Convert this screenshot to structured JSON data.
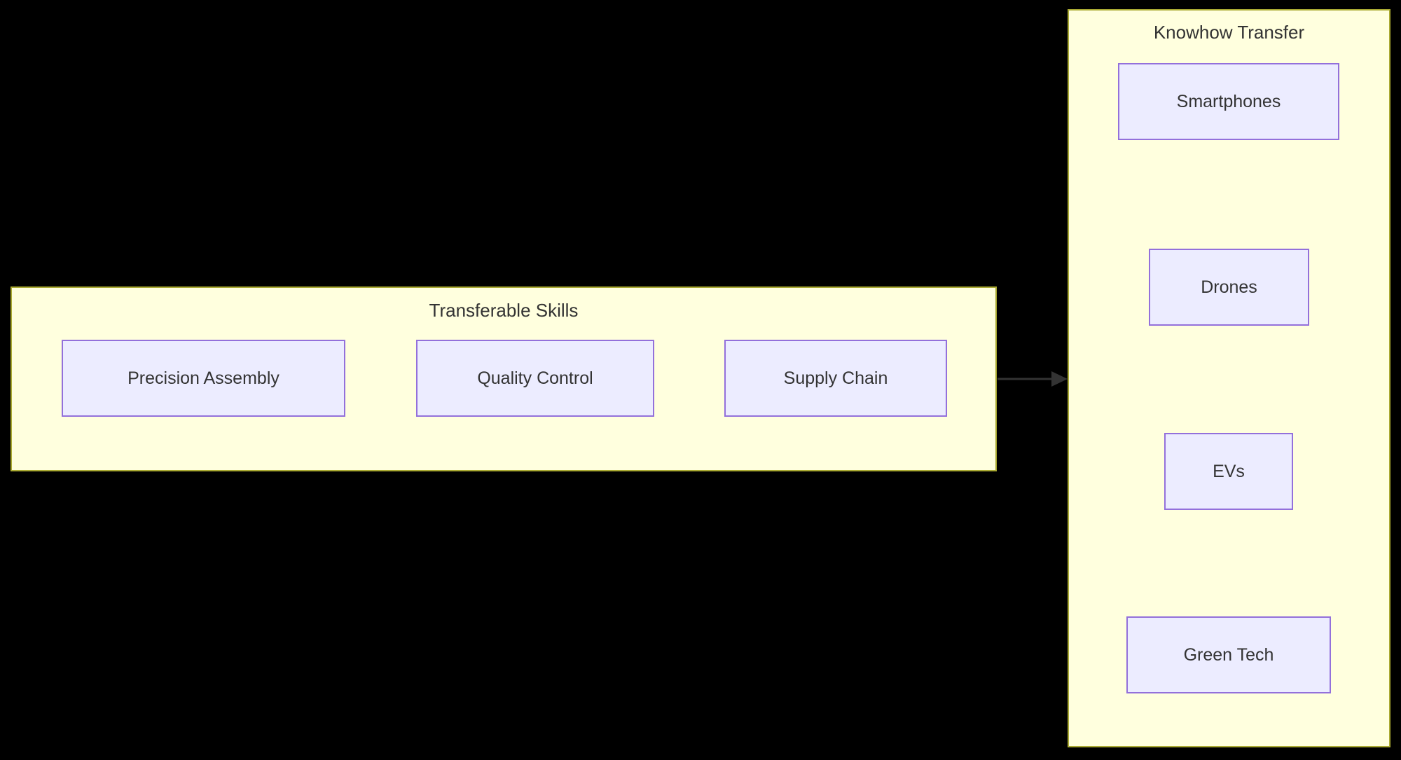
{
  "diagram": {
    "type": "flowchart",
    "background_color": "#000000",
    "subgraph_fill": "#ffffde",
    "subgraph_border": "#aaaa33",
    "node_fill": "#ececff",
    "node_border": "#9370db",
    "text_color": "#333333",
    "edge_color": "#333333"
  },
  "skills_panel": {
    "title": "Transferable Skills",
    "nodes": [
      {
        "id": "precision-assembly",
        "label": "Precision Assembly"
      },
      {
        "id": "quality-control",
        "label": "Quality Control"
      },
      {
        "id": "supply-chain",
        "label": "Supply Chain"
      }
    ]
  },
  "knowhow_panel": {
    "title": "Knowhow Transfer",
    "nodes": [
      {
        "id": "smartphones",
        "label": "Smartphones"
      },
      {
        "id": "drones",
        "label": "Drones"
      },
      {
        "id": "evs",
        "label": "EVs"
      },
      {
        "id": "green-tech",
        "label": "Green Tech"
      }
    ]
  },
  "edges": [
    {
      "from": "smartphones",
      "to": "drones",
      "label": ""
    },
    {
      "from": "drones",
      "to": "evs",
      "label": ""
    },
    {
      "from": "evs",
      "to": "green-tech",
      "label": ""
    },
    {
      "from": "skills-panel",
      "to": "knowhow-panel",
      "label": ""
    }
  ]
}
